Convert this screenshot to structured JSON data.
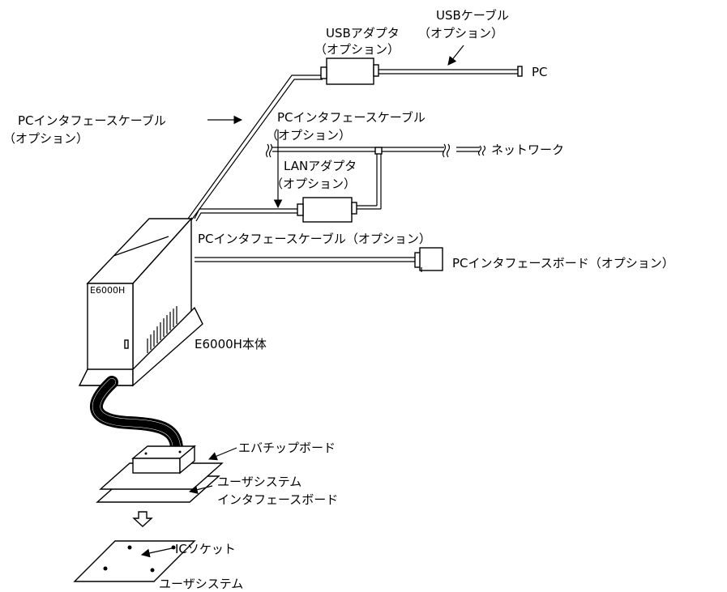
{
  "labels": {
    "usb_adapter": "USBアダプタ",
    "usb_adapter_option": "（オプション）",
    "usb_cable": "USBケーブル",
    "usb_cable_option": "（オプション）",
    "pc": "PC",
    "pc_if_cable_left": "PCインタフェースケーブル",
    "pc_if_cable_left_option": "（オプション）",
    "pc_if_cable_mid": "PCインタフェースケーブル",
    "pc_if_cable_mid_option": "（オプション）",
    "network": "ネットワーク",
    "lan_adapter": "LANアダプタ",
    "lan_adapter_option": "（オプション）",
    "pc_if_cable_bottom": "PCインタフェースケーブル（オプション）",
    "pc_if_board": "PCインタフェースボード（オプション）",
    "unit_panel": "E6000H",
    "unit_body": "E6000H本体",
    "evachip_board": "エバチップボード",
    "user_system_if_board_1": "ユーザシステム",
    "user_system_if_board_2": "インタフェースボード",
    "ic_socket": "ICソケット",
    "user_system": "ユーザシステム"
  }
}
